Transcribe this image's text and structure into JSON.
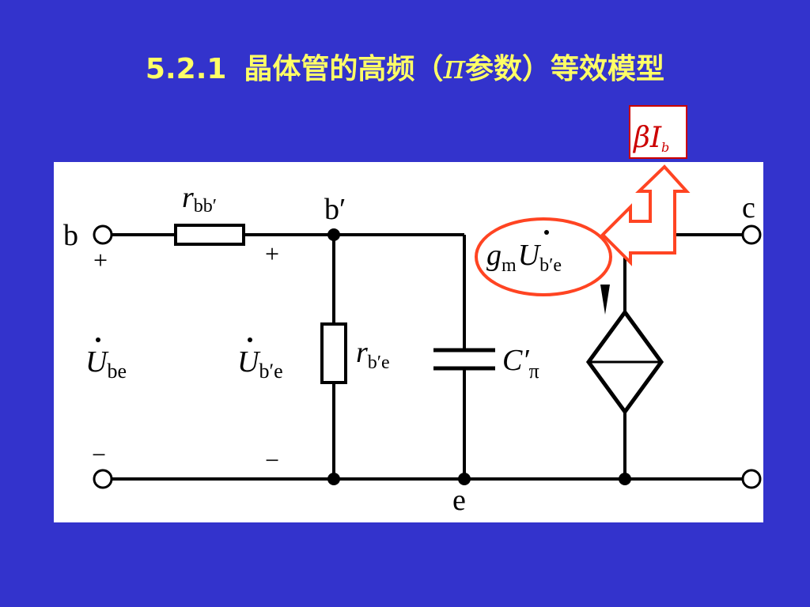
{
  "title": {
    "number": "5.2.1",
    "text_before": "晶体管的高频（",
    "pi_symbol": "π",
    "text_after": "参数）等效模型"
  },
  "circuit": {
    "nodes": {
      "b": "b",
      "b_prime": "b′",
      "c": "c",
      "e": "e"
    },
    "resistor_rbb": {
      "symbol": "r",
      "subscript": "bb′"
    },
    "resistor_rbe": {
      "symbol": "r",
      "subscript": "b′e"
    },
    "capacitor": {
      "symbol": "C′",
      "subscript": "π"
    },
    "voltage_ube": {
      "symbol": "U",
      "subscript": "be"
    },
    "voltage_ub_e": {
      "symbol": "U",
      "subscript": "b′e"
    },
    "current_source": {
      "gm": "g",
      "gm_sub": "m",
      "symbol": "U",
      "subscript": "b′e"
    },
    "plus_signs": [
      "+",
      "+"
    ],
    "minus_signs": [
      "−",
      "−"
    ]
  },
  "callout": {
    "beta": "β",
    "current": "I",
    "subscript": "b"
  },
  "colors": {
    "background": "#3333cc",
    "title": "#ffff66",
    "callout_arrow": "#ff4422",
    "callout_box": "#cc0000",
    "wire": "#000000"
  }
}
